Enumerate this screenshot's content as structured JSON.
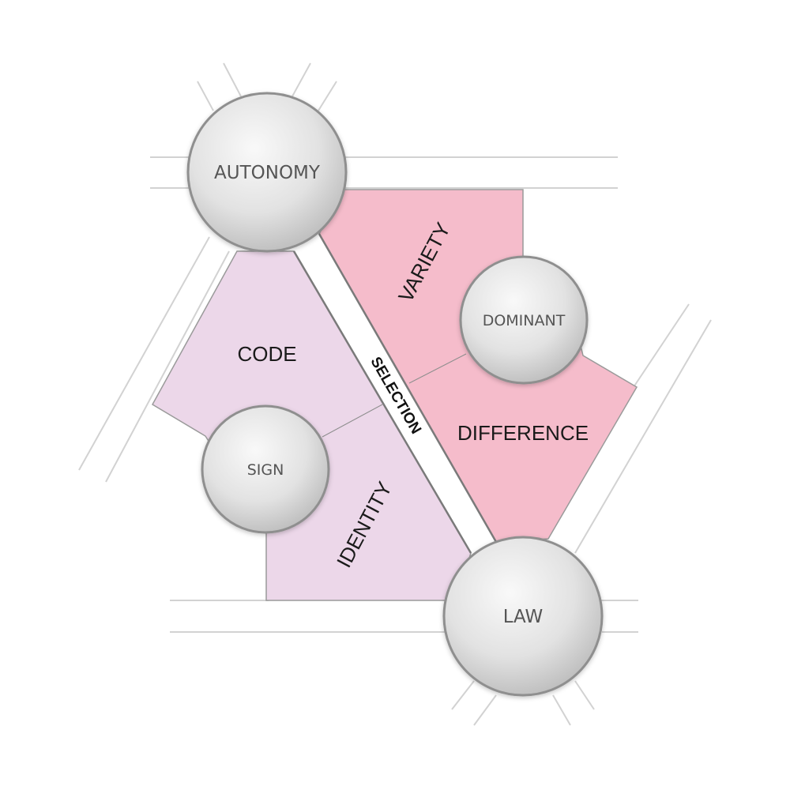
{
  "nodes": {
    "autonomy": "AUTONOMY",
    "dominant": "DOMINANT",
    "sign": "SIGN",
    "law": "LAW"
  },
  "regions": {
    "code": "CODE",
    "identity": "IDENTITY",
    "variety": "VARIETY",
    "difference": "DIFFERENCE"
  },
  "channel": {
    "selection": "SELECTION"
  },
  "colors": {
    "left_region_fill": "#ecd7e9",
    "right_region_fill": "#f5bccb",
    "road_line": "#cfcfcf",
    "region_edge": "#9a9a9a",
    "sphere_light": "#f7f7f7",
    "sphere_dark": "#c3c3c3",
    "sphere_stroke": "#8f8f8f",
    "node_text": "#555555",
    "region_text": "#1a1a1a"
  }
}
